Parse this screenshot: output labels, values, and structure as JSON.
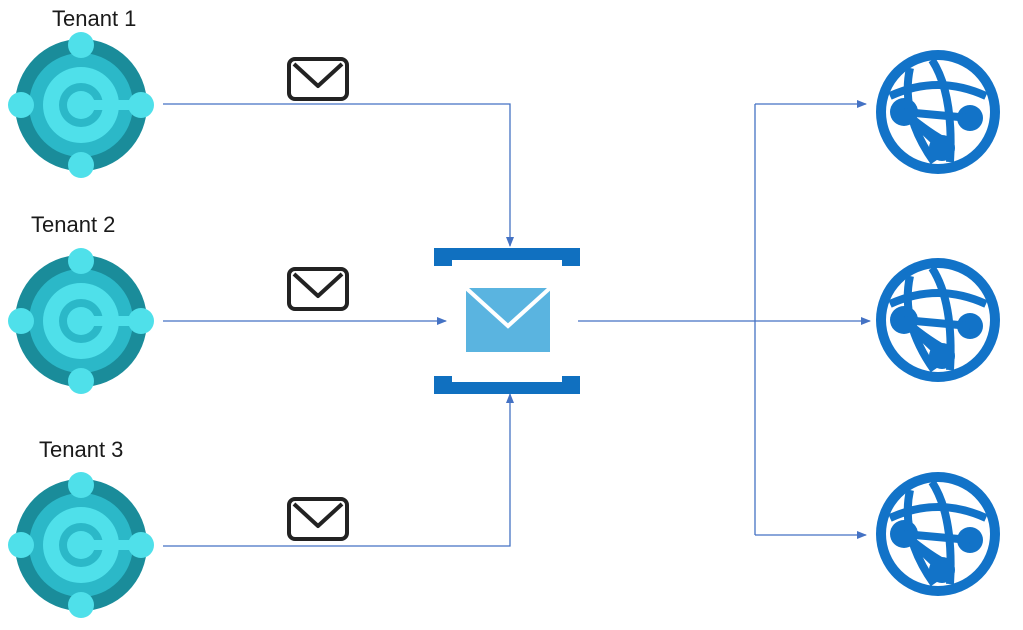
{
  "tenants": [
    {
      "label": "Tenant 1"
    },
    {
      "label": "Tenant 2"
    },
    {
      "label": "Tenant 3"
    }
  ],
  "icons": {
    "tenant": "business-central-icon",
    "message": "envelope-icon",
    "hub": "event-grid-mail-icon",
    "endpoint": "web-app-globe-icon"
  },
  "colors": {
    "connector": "#4472c4",
    "tenant_light": "#4fe0ea",
    "tenant_dark": "#1a8c9a",
    "tenant_mid": "#2bb8c8",
    "hub_blue": "#1070c0",
    "hub_envelope": "#5ab4e0",
    "globe_blue": "#1273c8",
    "envelope_stroke": "#222222"
  }
}
